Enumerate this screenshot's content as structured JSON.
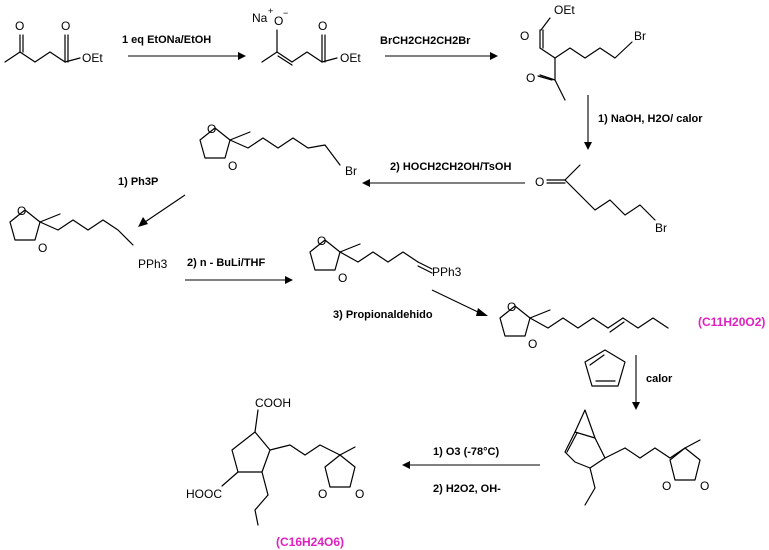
{
  "reagents": {
    "step1": "1 eq EtONa/EtOH",
    "step2": "BrCH2CH2CH2Br",
    "step3": "1) NaOH, H2O/ calor",
    "step4": "2) HOCH2CH2OH/TsOH",
    "step5": "1) Ph3P",
    "step6": "2) n - BuLi/THF",
    "step7": "3) Propionaldehido",
    "step8": "calor",
    "step9": "1) O3 (-78°C)",
    "step10": "2) H2O2, OH-"
  },
  "labels": {
    "oet": "OEt",
    "na_plus": "Na",
    "o_minus": "O",
    "o": "O",
    "br": "Br",
    "pph3": "PPh3",
    "cooh": "COOH",
    "hooc": "HOOC"
  },
  "formulas": {
    "f1": "(C11H20O2)",
    "f2": "(C16H24O6)"
  }
}
